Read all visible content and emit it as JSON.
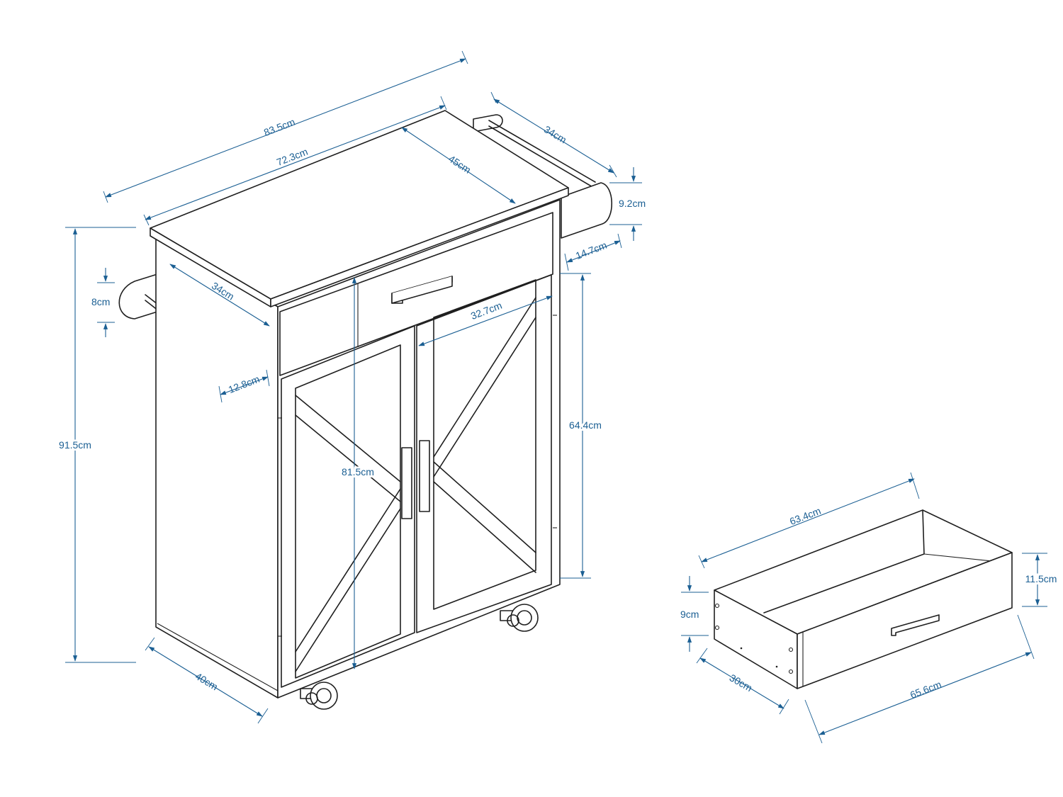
{
  "colors": {
    "dimension": "#1b5f93",
    "outline": "#1f1f1f"
  },
  "cart": {
    "overall_width": "83.5cm",
    "top_width": "72.3cm",
    "top_depth": "45cm",
    "towel_bar_length_right": "34cm",
    "towel_bar_height_right": "9.2cm",
    "towel_bar_offset_right": "14.7cm",
    "towel_bar_length_left": "34cm",
    "towel_bar_height_left": "8cm",
    "towel_bar_offset_left": "12.8cm",
    "overall_height": "91.5cm",
    "inner_height": "81.5cm",
    "door_width": "32.7cm",
    "door_height": "64.4cm",
    "side_depth": "40cm"
  },
  "drawer": {
    "inner_width": "63.4cm",
    "front_height": "11.5cm",
    "side_height": "9cm",
    "depth": "30cm",
    "front_width": "65.6cm"
  }
}
